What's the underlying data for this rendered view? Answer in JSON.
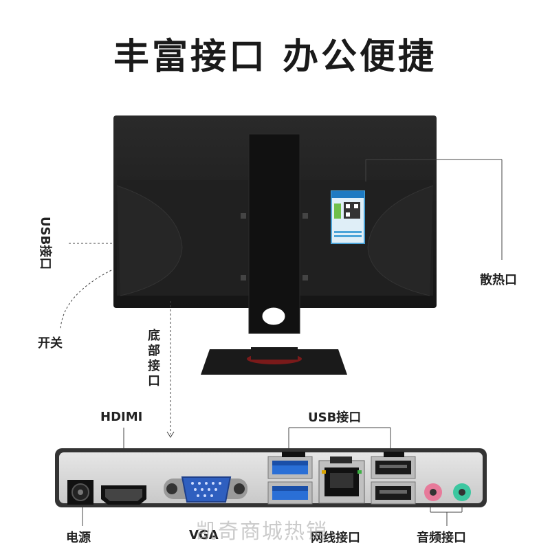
{
  "title": "丰富接口 办公便捷",
  "labels": {
    "usb_side": "USB接口",
    "power_switch": "开关",
    "bottom_ports": "底部接口",
    "vent": "散热口",
    "hdmi": "HDIMI",
    "usb_panel": "USB接口",
    "power": "电源",
    "vga": "VGA",
    "network": "网线接口",
    "audio": "音频接口"
  },
  "watermark": "凯奇商城热销",
  "colors": {
    "monitor_body": "#1c1c1c",
    "usb3_blue": "#2a6fd6",
    "audio_pink": "#e77a9a",
    "audio_green": "#3cc7a0",
    "vga_blue": "#2f5fbf",
    "panel_bg": "#d9d9d9"
  },
  "icons": [
    "power-jack-icon",
    "hdmi-port-icon",
    "vga-port-icon",
    "usb-port-icon",
    "ethernet-port-icon",
    "audio-jack-icon"
  ]
}
